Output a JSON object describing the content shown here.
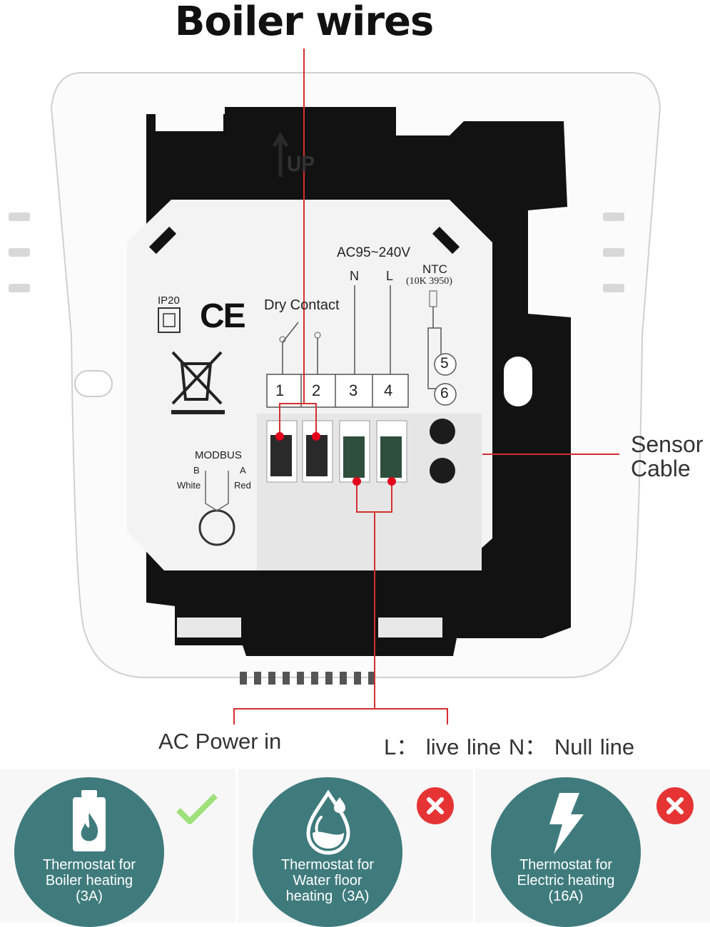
{
  "title": "Boiler wires",
  "labels": {
    "sensor_line1": "Sensor",
    "sensor_line2": "Cable",
    "ac_power": "AC Power in",
    "legend": "L： live line N： Null line"
  },
  "device": {
    "up_mark": "UP",
    "voltage": "AC95~240V",
    "n_label": "N",
    "l_label": "L",
    "ntc_label": "NTC",
    "ntc_spec": "(10K 3950)",
    "ip_rating": "IP20",
    "ce_mark": "CE",
    "dry_contact": "Dry Contact",
    "terminals": [
      "1",
      "2",
      "3",
      "4"
    ],
    "sensor_terminals": [
      "5",
      "6"
    ],
    "modbus": "MODBUS",
    "modbus_b": "B",
    "modbus_a": "A",
    "white": "White",
    "red": "Red"
  },
  "options": [
    {
      "line1": "Thermostat for",
      "line2": "Boiler heating",
      "line3": "(3A)",
      "icon": "battery-flame-icon",
      "status": "supported"
    },
    {
      "line1": "Thermostat for",
      "line2": "Water floor",
      "line3": "heating（3A)",
      "icon": "water-drop-icon",
      "status": "not-supported"
    },
    {
      "line1": "Thermostat for",
      "line2": "Electric heating",
      "line3": "(16A)",
      "icon": "lightning-icon",
      "status": "not-supported"
    }
  ],
  "colors": {
    "accent_red": "#d32f2f",
    "circle_teal": "#3f7b7d",
    "check_green": "#9ee07a",
    "cross_red": "#e63434"
  }
}
